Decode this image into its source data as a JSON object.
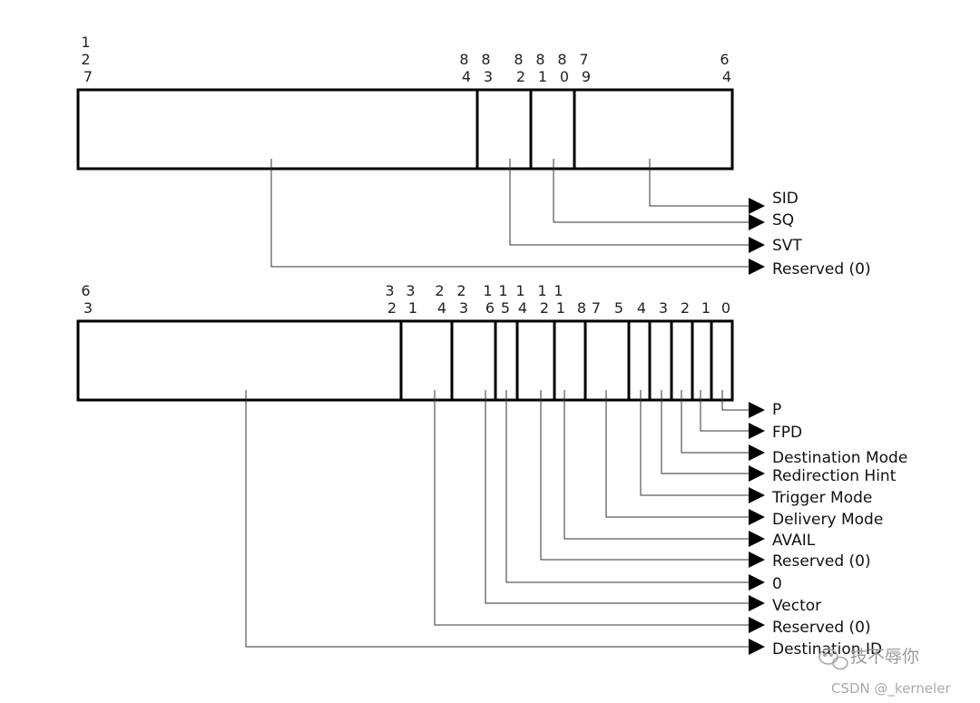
{
  "register_high": {
    "bit_labels": [
      {
        "id": "127",
        "digits": [
          "1",
          "2",
          "7"
        ]
      },
      {
        "id": "84",
        "digits": [
          "8",
          "4"
        ]
      },
      {
        "id": "83",
        "digits": [
          "8",
          "3"
        ]
      },
      {
        "id": "82",
        "digits": [
          "8",
          "2"
        ]
      },
      {
        "id": "81",
        "digits": [
          "8",
          "1"
        ]
      },
      {
        "id": "80",
        "digits": [
          "8",
          "0"
        ]
      },
      {
        "id": "79",
        "digits": [
          "7",
          "9"
        ]
      },
      {
        "id": "64",
        "digits": [
          "6",
          "4"
        ]
      }
    ],
    "fields": [
      "SID",
      "SQ",
      "SVT",
      "Reserved (0)"
    ]
  },
  "register_low": {
    "bit_labels": [
      {
        "id": "63",
        "digits": [
          "6",
          "3"
        ]
      },
      {
        "id": "32",
        "digits": [
          "3",
          "2"
        ]
      },
      {
        "id": "31",
        "digits": [
          "3",
          "1"
        ]
      },
      {
        "id": "24",
        "digits": [
          "2",
          "4"
        ]
      },
      {
        "id": "23",
        "digits": [
          "2",
          "3"
        ]
      },
      {
        "id": "16",
        "digits": [
          "1",
          "6"
        ]
      },
      {
        "id": "15",
        "digits": [
          "1",
          "5"
        ]
      },
      {
        "id": "14",
        "digits": [
          "1",
          "4"
        ]
      },
      {
        "id": "12",
        "digits": [
          "1",
          "2"
        ]
      },
      {
        "id": "11",
        "digits": [
          "1",
          "1"
        ]
      },
      {
        "id": "8",
        "digits": [
          "8"
        ]
      },
      {
        "id": "7",
        "digits": [
          "7"
        ]
      },
      {
        "id": "5",
        "digits": [
          "5"
        ]
      },
      {
        "id": "4",
        "digits": [
          "4"
        ]
      },
      {
        "id": "3",
        "digits": [
          "3"
        ]
      },
      {
        "id": "2",
        "digits": [
          "2"
        ]
      },
      {
        "id": "1",
        "digits": [
          "1"
        ]
      },
      {
        "id": "0",
        "digits": [
          "0"
        ]
      }
    ],
    "fields": [
      "P",
      "FPD",
      "Destination Mode",
      "Redirection Hint",
      "Trigger Mode",
      "Delivery Mode",
      "AVAIL",
      "Reserved (0)",
      "0",
      "Vector",
      "Reserved (0)",
      "Destination ID"
    ]
  },
  "watermark": {
    "name": "技不辱你",
    "source": "CSDN @_kerneler",
    "color": "#9a9a9a"
  }
}
